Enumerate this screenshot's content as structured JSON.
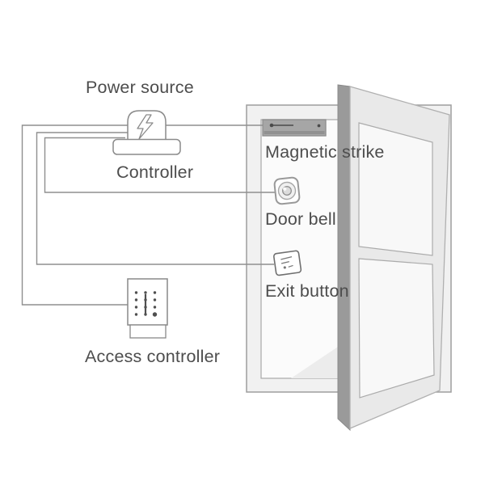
{
  "diagram": {
    "type": "access-control-installation-diagram",
    "labels": {
      "power_source": "Power source",
      "controller": "Controller",
      "access_controller": "Access controller",
      "magnetic_strike": "Magnetic strike",
      "door_bell": "Door bell",
      "exit_button": "Exit button"
    },
    "icons": [
      {
        "name": "power-adapter-icon",
        "glyph": "rounded adapter block"
      },
      {
        "name": "lightning-bolt-icon",
        "glyph": "outlined zigzag bolt"
      },
      {
        "name": "controller-unit-icon",
        "glyph": "wide rounded rectangle"
      },
      {
        "name": "magnetic-strike-icon",
        "glyph": "gray bar with dot and line marks"
      },
      {
        "name": "door-bell-icon",
        "glyph": "rounded square with concentric circles"
      },
      {
        "name": "exit-button-icon",
        "glyph": "tilted wall plate with text lines"
      },
      {
        "name": "access-controller-keypad-icon",
        "glyph": "vertical keypad with 3x4 dot grid"
      },
      {
        "name": "open-door-icon",
        "glyph": "door frame with door swung open in perspective"
      }
    ],
    "colors": {
      "background": "#ffffff",
      "label_text": "#4d4d4d",
      "wire": "#8f8f8f",
      "device_outline": "#8a8a8a",
      "strike_fill": "#a6a6a6",
      "frame_fill": "#f1f1f1",
      "opening_fill": "#fbfbfb",
      "door_face_fill": "#e9e9e9",
      "door_edge_fill": "#9a9a9a",
      "glass_fill": "#f8f8f8",
      "keypad_dot": "#4f4f4f"
    }
  }
}
